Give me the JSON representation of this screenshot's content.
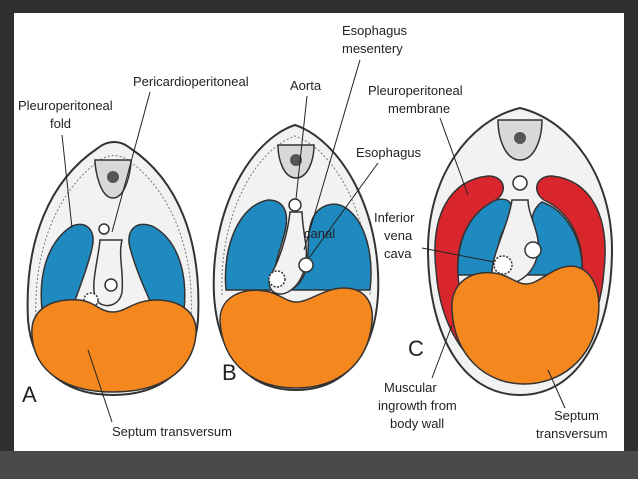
{
  "panel_letters": {
    "a": "A",
    "b": "B",
    "c": "C"
  },
  "labels": {
    "pleuroperitoneal_fold_1": "Pleuroperitoneal",
    "pleuroperitoneal_fold_2": "fold",
    "pericardioperitoneal": "Pericardioperitoneal",
    "aorta": "Aorta",
    "esophagus_mesentery_1": "Esophagus",
    "esophagus_mesentery_2": "mesentery",
    "pleuroperitoneal_membrane_1": "Pleuroperitoneal",
    "pleuroperitoneal_membrane_2": "membrane",
    "esophagus": "Esophagus",
    "canal": "canal",
    "ivc_1": "Inferior",
    "ivc_2": "vena",
    "ivc_3": "cava",
    "muscular_1": "Muscular",
    "muscular_2": "ingrowth from",
    "muscular_3": "body wall",
    "septum_a": "Septum transversum",
    "septum_c_1": "Septum",
    "septum_c_2": "transversum"
  },
  "colors": {
    "cavity_blue": "#1f8ac0",
    "septum_orange": "#f5871f",
    "membrane_red": "#d9262c",
    "tissue": "#eeeeee",
    "background_dark": "#2f2f2f"
  }
}
